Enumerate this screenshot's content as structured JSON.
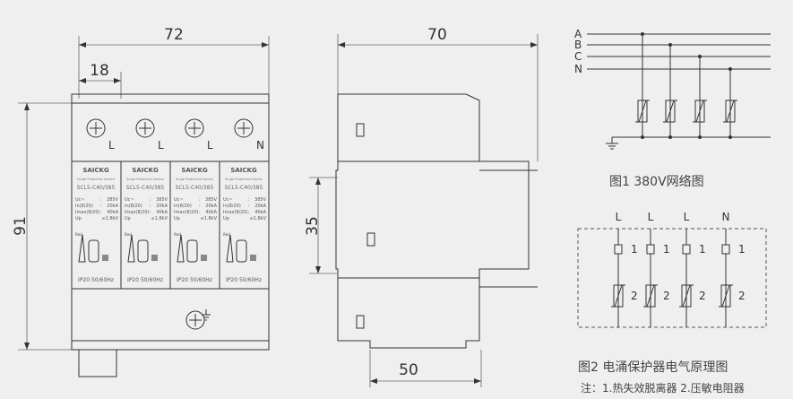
{
  "front_view": {
    "dim_width": "72",
    "dim_module": "18",
    "dim_height": "91",
    "terminal_labels": [
      "L",
      "L",
      "L",
      "N"
    ],
    "modules": [
      {
        "brand": "SAICKG",
        "subtitle": "Surge Protective Device",
        "model": "SCL5-C40/385",
        "specs": [
          [
            "Uc~",
            ":",
            "385V"
          ],
          [
            "In(8/20)",
            ":",
            "20kA"
          ],
          [
            "Imax(8/20)",
            ":",
            "40kA"
          ],
          [
            "Up",
            "",
            "≤1.8kV"
          ]
        ],
        "indicator": "Red",
        "footer": "IP20  50/60Hz"
      },
      {
        "brand": "SAICKG",
        "subtitle": "Surge Protective Device",
        "model": "SCL5-C40/385",
        "specs": [
          [
            "Uc~",
            ":",
            "385V"
          ],
          [
            "In(8/20)",
            ":",
            "20kA"
          ],
          [
            "Imax(8/20)",
            ":",
            "40kA"
          ],
          [
            "Up",
            "",
            "≤1.8kV"
          ]
        ],
        "indicator": "Red",
        "footer": "IP20  50/60Hz"
      },
      {
        "brand": "SAICKG",
        "subtitle": "Surge Protective Device",
        "model": "SCL5-C40/385",
        "specs": [
          [
            "Uc~",
            ":",
            "385V"
          ],
          [
            "In(8/20)",
            ":",
            "20kA"
          ],
          [
            "Imax(8/20)",
            ":",
            "40kA"
          ],
          [
            "Up",
            "",
            "≤1.8kV"
          ]
        ],
        "indicator": "Red",
        "footer": "IP20  50/60Hz"
      },
      {
        "brand": "SAICKG",
        "subtitle": "Surge Protective Device",
        "model": "SCL5-C40/385",
        "specs": [
          [
            "Uc~",
            ":",
            "385V"
          ],
          [
            "In(8/20)",
            ":",
            "20kA"
          ],
          [
            "Imax(8/20)",
            ":",
            "40kA"
          ],
          [
            "Up",
            "",
            "≤1.8kV"
          ]
        ],
        "indicator": "Red",
        "footer": "IP20  50/60Hz"
      }
    ]
  },
  "side_view": {
    "dim_depth": "70",
    "dim_rail": "35",
    "dim_base": "50"
  },
  "figure1": {
    "lines": [
      "A",
      "B",
      "C",
      "N"
    ],
    "caption": "图1 380V网络图"
  },
  "figure2": {
    "top_labels": [
      "L",
      "L",
      "L",
      "N"
    ],
    "disconnector_label": "1",
    "varistor_label": "2",
    "caption": "图2 电涌保护器电气原理图",
    "note": "注：1.热失效脱离器 2.压敏电阻器"
  }
}
